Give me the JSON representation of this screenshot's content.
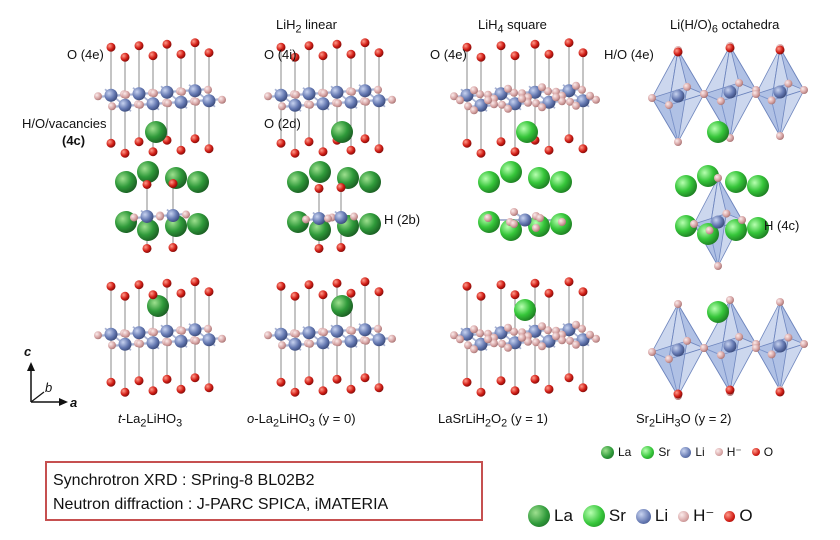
{
  "columns": [
    {
      "id": "c1",
      "title_main": "",
      "title_sub": "",
      "title_tail": "",
      "caption_pre": "t",
      "caption_main": "-La",
      "caption_sub": "2",
      "caption_tail": "LiHO",
      "caption_sub2": "3",
      "caption_end": ""
    },
    {
      "id": "c2",
      "title_main": "LiH",
      "title_sub": "2",
      "title_tail": " linear",
      "caption_pre": "o",
      "caption_main": "-La",
      "caption_sub": "2",
      "caption_tail": "LiHO",
      "caption_sub2": "3",
      "caption_end": " (y = 0)"
    },
    {
      "id": "c3",
      "title_main": "LiH",
      "title_sub": "4",
      "title_tail": " square",
      "caption_pre": "",
      "caption_main": "LaSrLiH",
      "caption_sub": "2",
      "caption_tail": "O",
      "caption_sub2": "2",
      "caption_end": " (y = 1)"
    },
    {
      "id": "c4",
      "title_main": "Li(H/O)",
      "title_sub": "6",
      "title_tail": " octahedra",
      "caption_pre": "",
      "caption_main": "Sr",
      "caption_sub": "2",
      "caption_tail": "LiH",
      "caption_sub2": "3",
      "caption_end": "O (y = 2)"
    }
  ],
  "site_labels": {
    "o4e_1": "O (4e)",
    "hov_1": "H/O/vacancies",
    "hov_2": "(4c)",
    "o4i": "O (4i)",
    "o2d": "O (2d)",
    "h2b": "H (2b)",
    "o4e_3": "O (4e)",
    "ho4e": "H/O (4e)",
    "h4c": "H (4c)"
  },
  "axes": {
    "c": "c",
    "b": "b",
    "a": "a"
  },
  "legend_small": [
    {
      "label": "La",
      "color": "#2e8b3a"
    },
    {
      "label": "Sr",
      "color": "#3cc43c"
    },
    {
      "label": "Li",
      "color": "#6a7fb5"
    },
    {
      "label": "H⁻",
      "color": "#d9a8a8"
    },
    {
      "label": "O",
      "color": "#cc1a1a"
    }
  ],
  "legend_big": [
    {
      "label": "La",
      "color": "#2e8b3a"
    },
    {
      "label": "Sr",
      "color": "#3cc43c"
    },
    {
      "label": "Li",
      "color": "#6a7fb5"
    },
    {
      "label": "H⁻",
      "color": "#d9a8a8"
    },
    {
      "label": "O",
      "color": "#cc1a1a"
    }
  ],
  "box": {
    "line1": "Synchrotron XRD :  SPring-8 BL02B2",
    "line2": "Neutron diffraction : J-PARC SPICA, iMATERIA"
  },
  "colors": {
    "la": "#2e8b3a",
    "sr": "#3cc43c",
    "li": "#6a7fb5",
    "h": "#d9a8a8",
    "o": "#cc1a1a",
    "box_border": "#c65050",
    "polyhedra": "#8fa6d9"
  }
}
